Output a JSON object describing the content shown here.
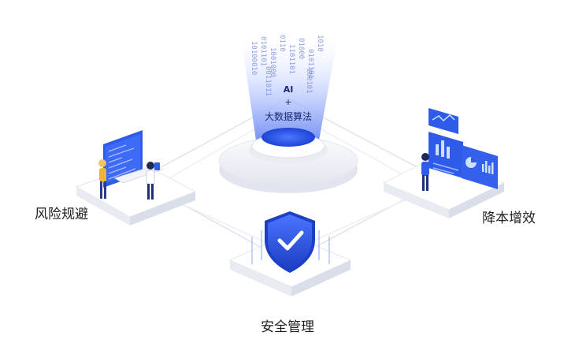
{
  "center": {
    "line1": "AI",
    "line2": "+",
    "line3": "大数据算法"
  },
  "labels": {
    "risk": "风险规避",
    "efficiency": "降本增效",
    "security": "安全管理"
  },
  "binary_columns": [
    "10100010",
    "0101101",
    "1001000",
    "0110",
    "1101101",
    "01000",
    "0101101",
    "1010",
    "0011011",
    "100101"
  ],
  "colors": {
    "primary": "#2f5bea",
    "dark": "#1a3fc7",
    "light": "#8fa7f5",
    "platform": "#eef0f6"
  },
  "icons": {
    "shield": "shield-check-icon",
    "dashboard": "bar-chart-icon",
    "pie": "pie-chart-icon",
    "line": "line-chart-icon"
  }
}
